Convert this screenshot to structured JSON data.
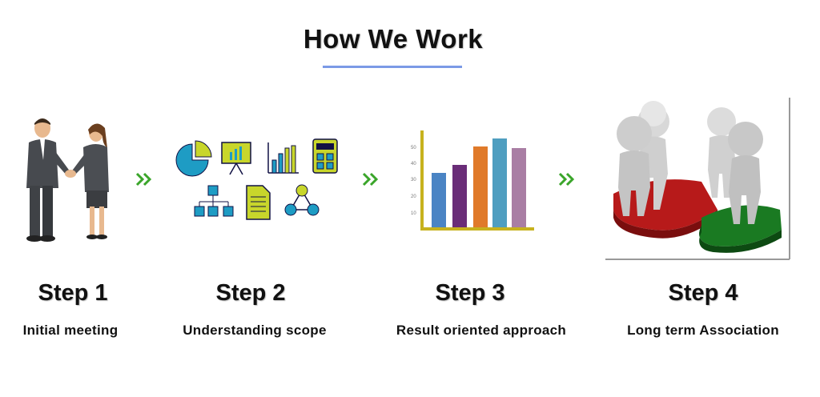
{
  "header": {
    "title": "How We Work"
  },
  "colors": {
    "accent_underline": "#7b9ae6",
    "arrow_green": "#3aa52a"
  },
  "steps": [
    {
      "title": "Step 1",
      "description": "Initial meeting",
      "icon": "handshake-icon"
    },
    {
      "title": "Step 2",
      "description": "Understanding scope",
      "icon": "business-icons"
    },
    {
      "title": "Step 3",
      "description": "Result oriented approach",
      "icon": "bar-chart-icon"
    },
    {
      "title": "Step 4",
      "description": "Long term Association",
      "icon": "puzzle-people-icon"
    }
  ],
  "chart_icon": {
    "y_ticks": [
      "50",
      "40",
      "30",
      "20",
      "10"
    ]
  },
  "arrows": [
    "double-chevron-right-icon",
    "double-chevron-right-icon",
    "double-chevron-right-icon"
  ]
}
